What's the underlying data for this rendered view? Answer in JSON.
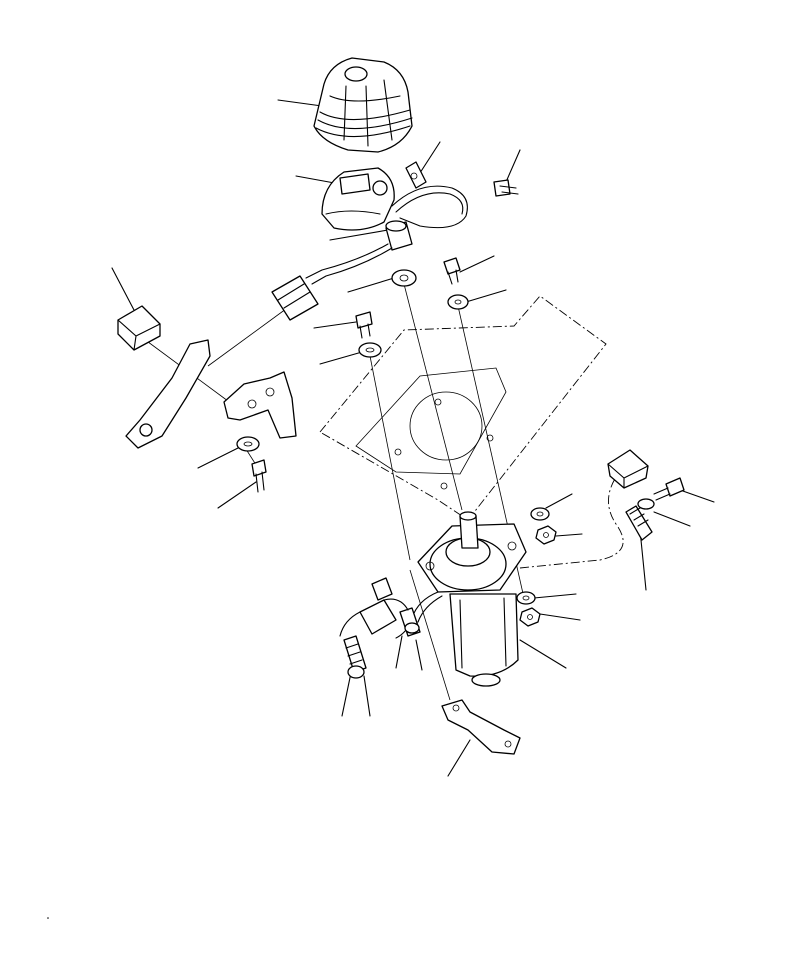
{
  "diagram": {
    "parts": [
      "rubber-boot",
      "lever-knob-housing",
      "wire-clip",
      "bolt",
      "harness-grommet",
      "connector-plug",
      "connector-cap",
      "mounting-bracket",
      "washer",
      "bolt",
      "floor-plate",
      "joystick-valve",
      "nut",
      "bracket-plate",
      "connector-cap",
      "bolt",
      "washer",
      "spring-clip",
      "nut"
    ]
  }
}
